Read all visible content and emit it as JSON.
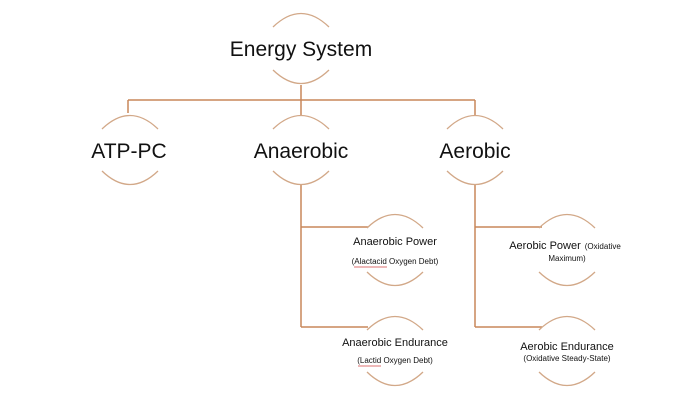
{
  "colors": {
    "connector": "#c8875a",
    "arc": "#d2a888",
    "text": "#111111"
  },
  "root": {
    "label": "Energy System"
  },
  "level1": [
    {
      "label": "ATP-PC"
    },
    {
      "label": "Anaerobic"
    },
    {
      "label": "Aerobic"
    }
  ],
  "anaerobic_children": [
    {
      "label": "Anaerobic Power",
      "sub": "(Alactacid Oxygen Debt)"
    },
    {
      "label": "Anaerobic Endurance",
      "sub": "(Lactid Oxygen Debt)"
    }
  ],
  "aerobic_children": [
    {
      "label": "Aerobic Power",
      "sub": "(Oxidative",
      "sub2": "Maximum)"
    },
    {
      "label": "Aerobic Endurance",
      "sub": "(Oxidative Steady-State)"
    }
  ]
}
